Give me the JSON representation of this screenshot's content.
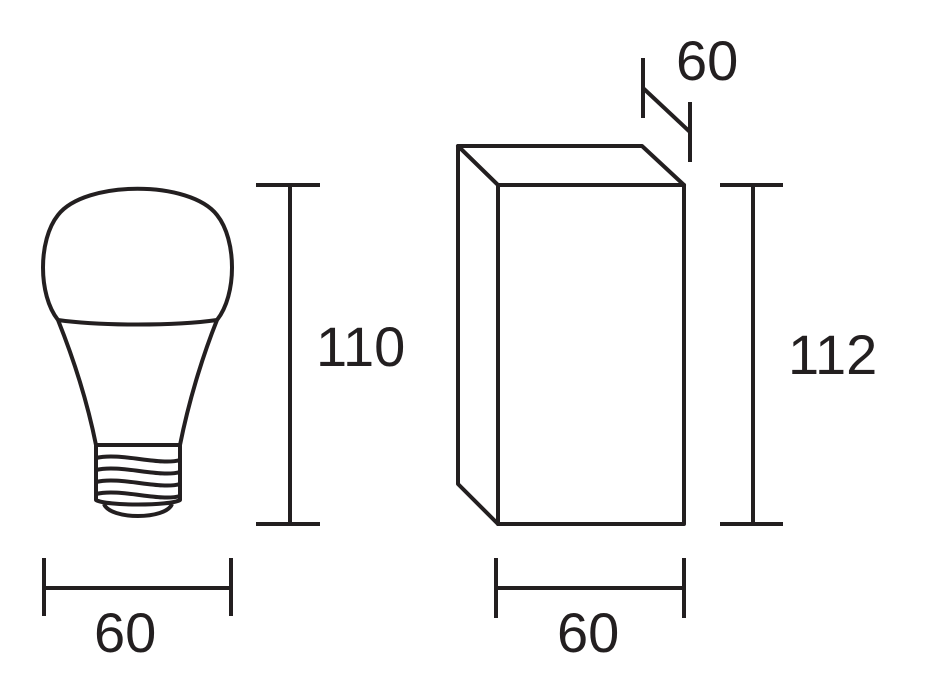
{
  "bulb": {
    "height_label": "110",
    "width_label": "60"
  },
  "box": {
    "depth_label": "60",
    "height_label": "112",
    "width_label": "60"
  },
  "line_color": "#231f20"
}
